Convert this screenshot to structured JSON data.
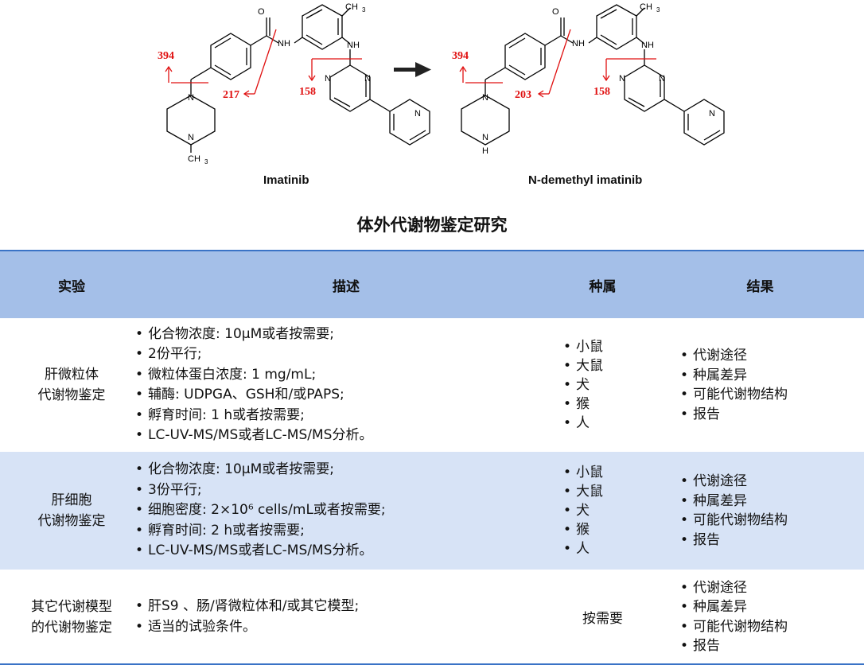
{
  "figure": {
    "left": {
      "caption": "Imatinib",
      "frag1": "394",
      "frag2": "217",
      "frag3": "158"
    },
    "right": {
      "caption": "N-demethyl imatinib",
      "frag1": "394",
      "frag2": "203",
      "frag3": "158"
    },
    "atoms": {
      "nh": "NH",
      "n": "N",
      "o": "O",
      "ch3": "CH",
      "sub3": "3",
      "h": "H"
    }
  },
  "title": "体外代谢物鉴定研究",
  "table": {
    "headers": [
      "实验",
      "描述",
      "种属",
      "结果"
    ],
    "rows": [
      {
        "experiment": [
          "肝微粒体",
          "代谢物鉴定"
        ],
        "description": [
          "化合物浓度: 10μM或者按需要;",
          "2份平行;",
          "微粒体蛋白浓度: 1 mg/mL;",
          "辅酶: UDPGA、GSH和/或PAPS;",
          "孵育时间: 1 h或者按需要;",
          "LC-UV-MS/MS或者LC-MS/MS分析。"
        ],
        "species": [
          "小鼠",
          "大鼠",
          "犬",
          "猴",
          "人"
        ],
        "results": [
          "代谢途径",
          "种属差异",
          "可能代谢物结构",
          "报告"
        ]
      },
      {
        "experiment": [
          "肝细胞",
          "代谢物鉴定"
        ],
        "description": [
          "化合物浓度: 10μM或者按需要;",
          "3份平行;",
          "细胞密度: 2×10⁶ cells/mL或者按需要;",
          "孵育时间: 2 h或者按需要;",
          "LC-UV-MS/MS或者LC-MS/MS分析。"
        ],
        "species": [
          "小鼠",
          "大鼠",
          "犬",
          "猴",
          "人"
        ],
        "results": [
          "代谢途径",
          "种属差异",
          "可能代谢物结构",
          "报告"
        ]
      },
      {
        "experiment": [
          "其它代谢模型",
          "的代谢物鉴定"
        ],
        "description": [
          "肝S9 、肠/肾微粒体和/或其它模型;",
          "适当的试验条件。"
        ],
        "species_text": "按需要",
        "results": [
          "代谢途径",
          "种属差异",
          "可能代谢物结构",
          "报告"
        ]
      }
    ]
  }
}
